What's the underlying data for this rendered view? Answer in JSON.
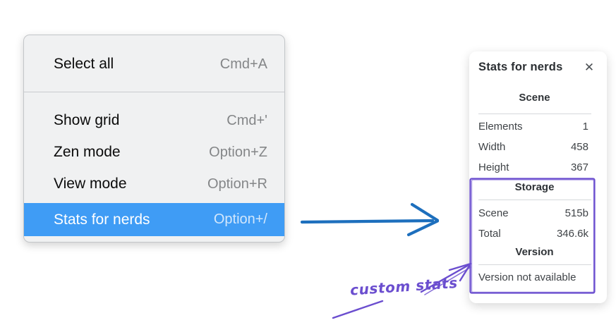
{
  "context_menu": {
    "items": [
      {
        "label": "Select all",
        "shortcut": "Cmd+A",
        "selected": false
      },
      {
        "label": "Show grid",
        "shortcut": "Cmd+'",
        "selected": false
      },
      {
        "label": "Zen mode",
        "shortcut": "Option+Z",
        "selected": false
      },
      {
        "label": "View mode",
        "shortcut": "Option+R",
        "selected": false
      },
      {
        "label": "Stats for nerds",
        "shortcut": "Option+/",
        "selected": true
      }
    ]
  },
  "stats_panel": {
    "title": "Stats for nerds",
    "close_glyph": "✕",
    "scene": {
      "header": "Scene",
      "rows": [
        {
          "label": "Elements",
          "value": "1"
        },
        {
          "label": "Width",
          "value": "458"
        },
        {
          "label": "Height",
          "value": "367"
        }
      ]
    },
    "storage": {
      "header": "Storage",
      "rows": [
        {
          "label": "Scene",
          "value": "515b"
        },
        {
          "label": "Total",
          "value": "346.6k"
        }
      ]
    },
    "version": {
      "header": "Version",
      "note": "Version not available"
    }
  },
  "annotation": {
    "label": "custom stats"
  },
  "colors": {
    "menu_highlight": "#3f9cf5",
    "arrow_blue": "#1d6fbd",
    "annotation_purple": "#6b4ecf"
  }
}
